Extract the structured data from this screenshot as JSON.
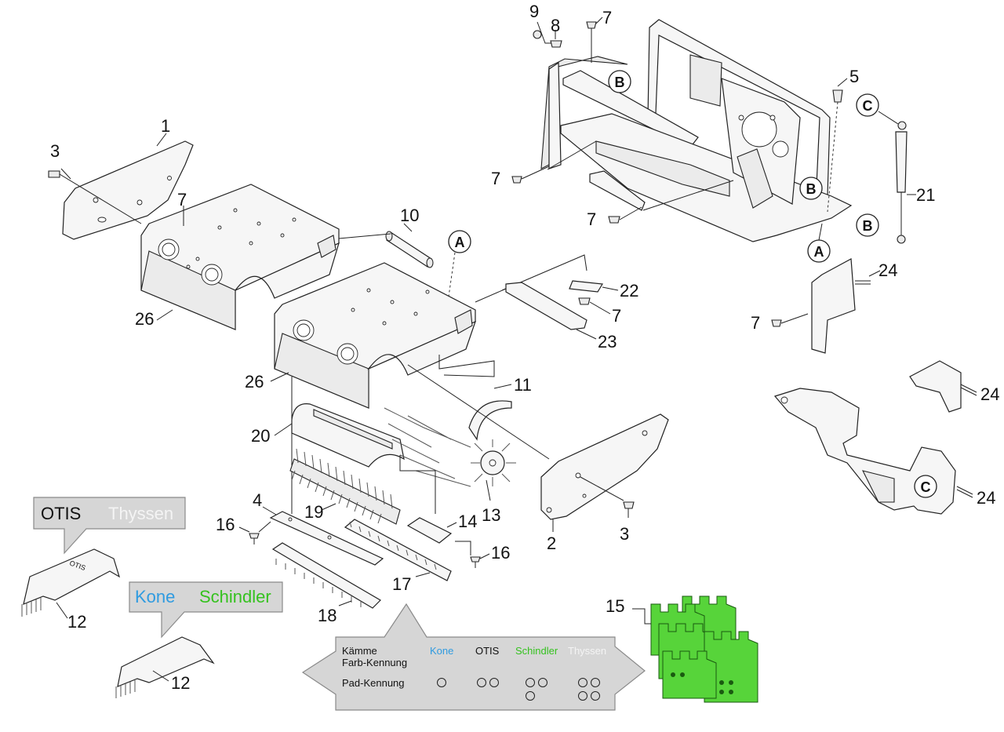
{
  "callouts": {
    "box1": {
      "a": "OTIS",
      "b": "Thyssen"
    },
    "box2": {
      "a": "Kone",
      "b": "Schindler"
    }
  },
  "colors": {
    "kone": "#2f9be0",
    "otis": "#111111",
    "schindler": "#35c21f",
    "thyssen": "#f4f4f4",
    "pad_green": "#57d43a",
    "callout_gray": "#d6d6d6"
  },
  "legend": {
    "row1_label_line1": "Kämme",
    "row1_label_line2": "Farb-Kennung",
    "row2_label": "Pad-Kennung",
    "col_kone": "Kone",
    "col_otis": "OTIS",
    "col_schindler": "Schindler",
    "col_thyssen": "Thyssen"
  },
  "pad_dots": {
    "kone": 1,
    "otis": 2,
    "schindler": 3,
    "thyssen": 4
  },
  "ref_letters": {
    "a": "A",
    "b": "B",
    "c": "C"
  },
  "part_numbers": {
    "n1": "1",
    "n2": "2",
    "n3": "3",
    "n4": "4",
    "n5": "5",
    "n7": "7",
    "n8": "8",
    "n9": "9",
    "n10": "10",
    "n11": "11",
    "n12": "12",
    "n13": "13",
    "n14": "14",
    "n15": "15",
    "n16": "16",
    "n17": "17",
    "n18": "18",
    "n19": "19",
    "n20": "20",
    "n21": "21",
    "n22": "22",
    "n23": "23",
    "n24": "24",
    "n26": "26"
  }
}
